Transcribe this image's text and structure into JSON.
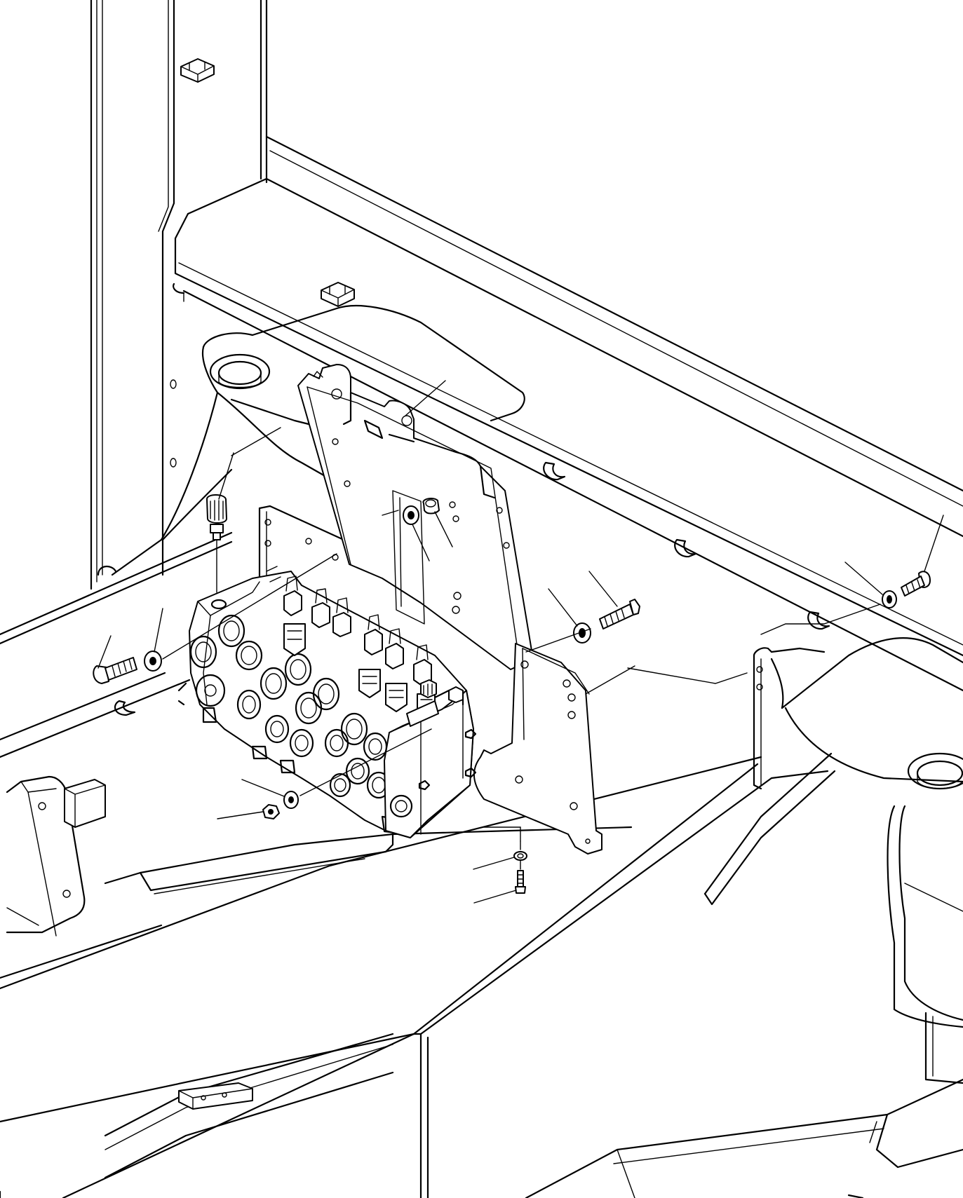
{
  "drawing": {
    "type": "exploded parts illustration",
    "line_color": "#000000",
    "background_color": "#ffffff",
    "item_numbers_printed": false
  },
  "leaders": [
    {
      "part": "bracket-upper"
    },
    {
      "part": "breather-valve"
    },
    {
      "part": "washer-bracket-1"
    },
    {
      "part": "washer-bracket-2"
    },
    {
      "part": "washer-center"
    },
    {
      "part": "bolt-center"
    },
    {
      "part": "washer-right"
    },
    {
      "part": "bolt-right"
    },
    {
      "part": "bolt-left"
    },
    {
      "part": "washer-left"
    },
    {
      "part": "washer-lower"
    },
    {
      "part": "nut-lower"
    },
    {
      "part": "washer-bottom"
    },
    {
      "part": "bolt-bottom"
    }
  ]
}
